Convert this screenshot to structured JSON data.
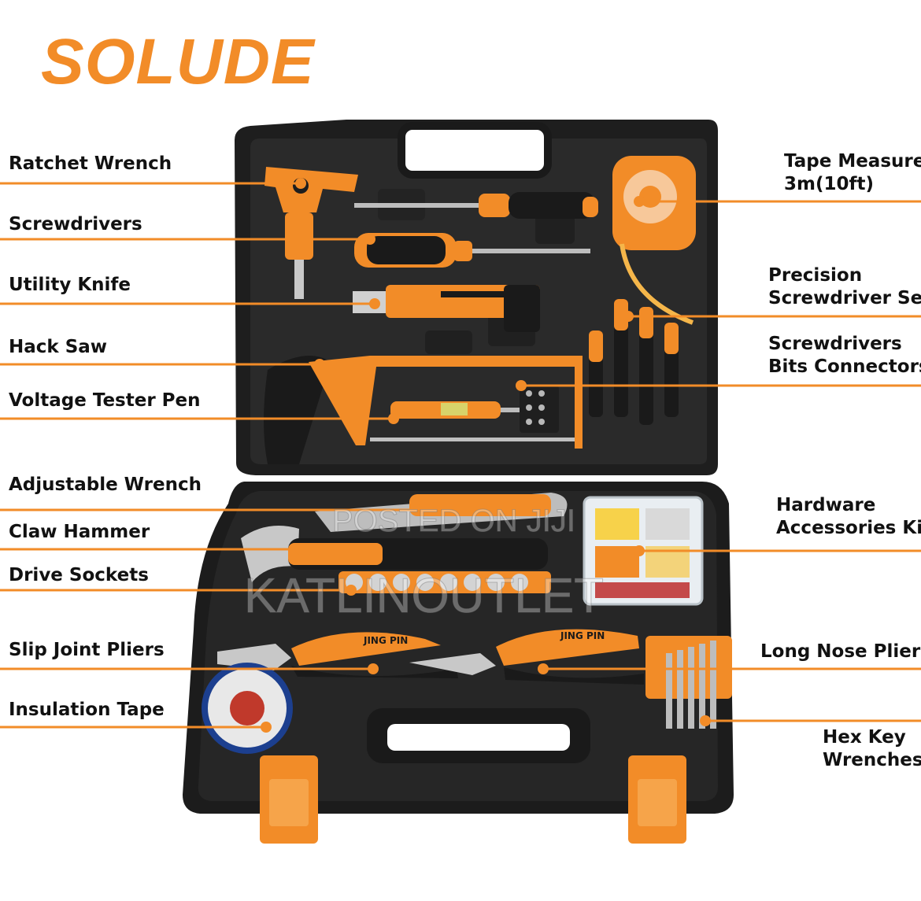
{
  "brand": "SOLUDE",
  "colors": {
    "accent": "#f28c28",
    "case": "#222222",
    "line": "#f28c28"
  },
  "labels": {
    "ratchet_wrench": "Ratchet Wrench",
    "screwdrivers": "Screwdrivers",
    "utility_knife": "Utility Knife",
    "hack_saw": "Hack Saw",
    "voltage_tester_pen": "Voltage Tester Pen",
    "adjustable_wrench": "Adjustable Wrench",
    "claw_hammer": "Claw Hammer",
    "drive_sockets": "Drive Sockets",
    "slip_joint_pliers": "Slip Joint Pliers",
    "insulation_tape": "Insulation Tape",
    "tape_measure_1": "Tape Measure",
    "tape_measure_2": "3m(10ft)",
    "precision_1": "Precision",
    "precision_2": "Screwdriver Set",
    "bits_1": "Screwdrivers",
    "bits_2": "Bits Connectors",
    "hardware_1": "Hardware",
    "hardware_2": "Accessories Kit",
    "long_nose_pliers": "Long Nose Pliers",
    "hex_1": "Hex Key",
    "hex_2": "Wrenches"
  },
  "printed_marks": {
    "plier_brand_left": "JING PIN",
    "plier_brand_right": "JING PIN"
  },
  "watermark": {
    "line1": "POSTED ON JIJI",
    "line2": "KATLINOUTLET"
  }
}
